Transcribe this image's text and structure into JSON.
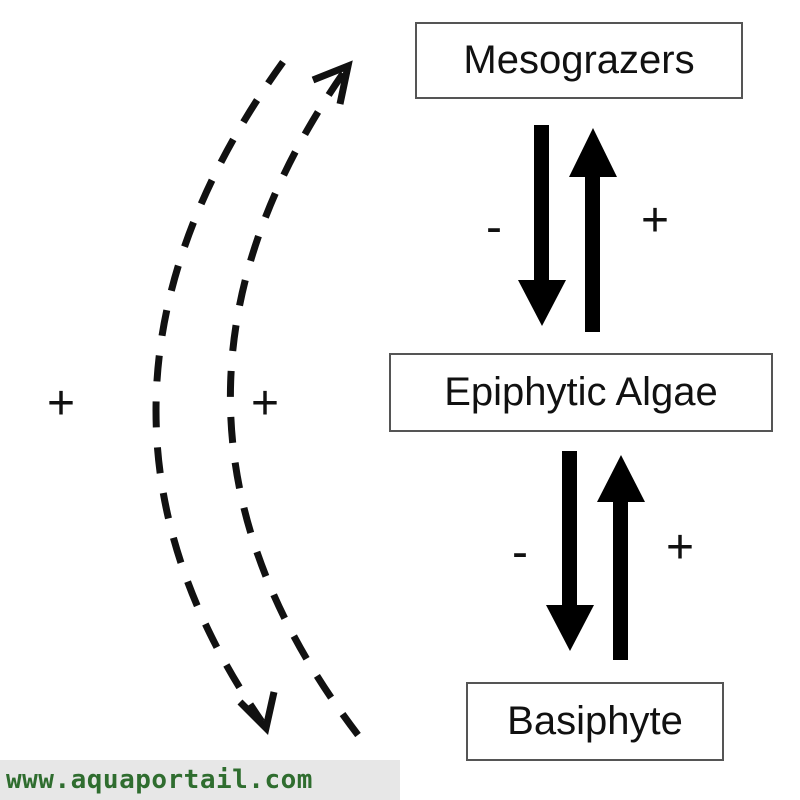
{
  "nodes": {
    "mesograzers": "Mesograzers",
    "epiphytic_algae": "Epiphytic Algae",
    "basiphyte": "Basiphyte"
  },
  "signs": {
    "meso_to_algae": "-",
    "algae_to_meso": "+",
    "algae_to_basi": "-",
    "basi_to_algae": "+",
    "indirect_down": "+",
    "indirect_up": "+"
  },
  "watermark": "www.aquaportail.com",
  "colors": {
    "text": "#111111",
    "box_border": "#555555",
    "arrow": "#000000",
    "watermark_text": "#2f6d2f",
    "watermark_bg": "#e7e7e7"
  }
}
